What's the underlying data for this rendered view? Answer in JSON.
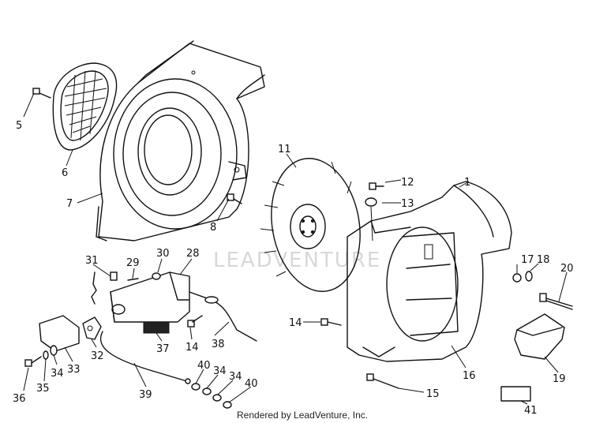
{
  "watermark": "LEADVENTURE",
  "credit": "Rendered by LeadVenture, Inc.",
  "callouts": [
    {
      "id": "c5",
      "text": "5"
    },
    {
      "id": "c6",
      "text": "6"
    },
    {
      "id": "c7",
      "text": "7"
    },
    {
      "id": "c8",
      "text": "8"
    },
    {
      "id": "c11",
      "text": "11"
    },
    {
      "id": "c12",
      "text": "12"
    },
    {
      "id": "c13",
      "text": "13"
    },
    {
      "id": "c1",
      "text": "1"
    },
    {
      "id": "c31",
      "text": "31"
    },
    {
      "id": "c29",
      "text": "29"
    },
    {
      "id": "c30",
      "text": "30"
    },
    {
      "id": "c28",
      "text": "28"
    },
    {
      "id": "c17",
      "text": "17"
    },
    {
      "id": "c18",
      "text": "18"
    },
    {
      "id": "c20",
      "text": "20"
    },
    {
      "id": "c14a",
      "text": "14"
    },
    {
      "id": "c14b",
      "text": "14"
    },
    {
      "id": "c38",
      "text": "38"
    },
    {
      "id": "c37",
      "text": "37"
    },
    {
      "id": "c32",
      "text": "32"
    },
    {
      "id": "c33",
      "text": "33"
    },
    {
      "id": "c34a",
      "text": "34"
    },
    {
      "id": "c35",
      "text": "35"
    },
    {
      "id": "c36",
      "text": "36"
    },
    {
      "id": "c39",
      "text": "39"
    },
    {
      "id": "c40a",
      "text": "40"
    },
    {
      "id": "c34b",
      "text": "34"
    },
    {
      "id": "c34c",
      "text": "34"
    },
    {
      "id": "c40b",
      "text": "40"
    },
    {
      "id": "c16",
      "text": "16"
    },
    {
      "id": "c15",
      "text": "15"
    },
    {
      "id": "c19",
      "text": "19"
    },
    {
      "id": "c41",
      "text": "41"
    }
  ]
}
